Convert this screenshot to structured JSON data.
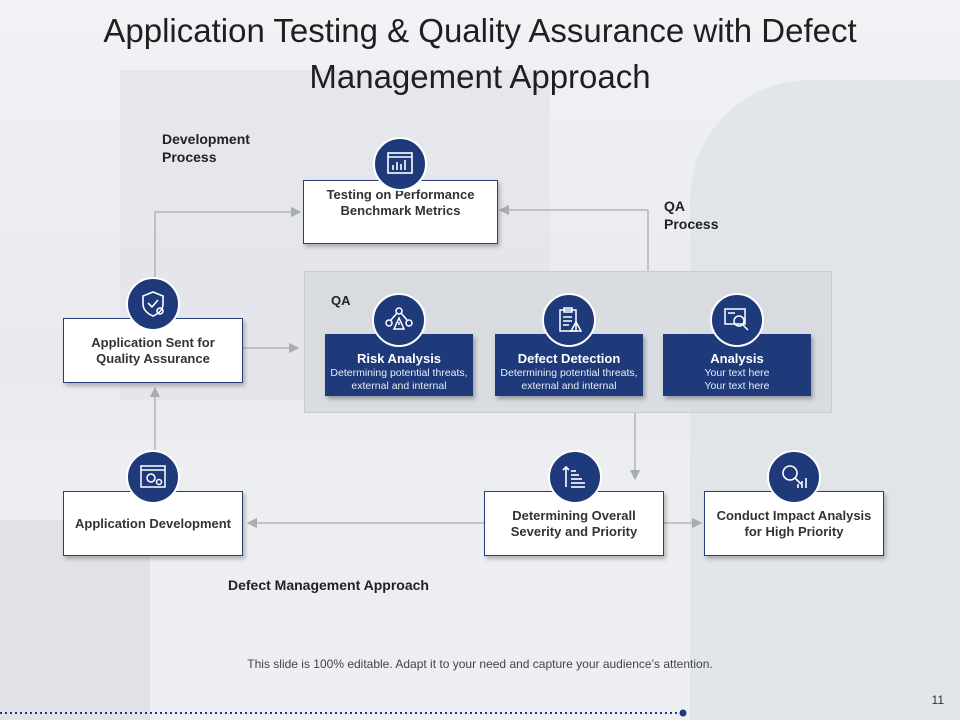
{
  "title": "Application Testing & Quality Assurance with Defect Management Approach",
  "labels": {
    "development_process": "Development Process",
    "qa_process": "QA Process",
    "qa": "QA",
    "defect_management": "Defect Management Approach"
  },
  "boxes": {
    "testing_performance": "Testing on Performance Benchmark Metrics",
    "application_sent": "Application Sent for Quality Assurance",
    "application_development": "Application Development",
    "determining_severity": "Determining Overall Severity and Priority",
    "conduct_impact": "Conduct Impact Analysis for High Priority"
  },
  "cards": [
    {
      "title": "Risk Analysis",
      "desc1": "Determining potential threats,",
      "desc2": "external and internal"
    },
    {
      "title": "Defect Detection",
      "desc1": "Determining potential threats,",
      "desc2": "external and internal"
    },
    {
      "title": "Analysis",
      "desc1": "Your text here",
      "desc2": "Your text here"
    }
  ],
  "footer": "This slide is 100% editable. Adapt it to your need and capture your audience’s attention.",
  "page_number": "11",
  "colors": {
    "accent": "#1e3a7b",
    "connector": "#a9acb2"
  },
  "icons": {
    "testing": "bar-chart-monitor-icon",
    "app_sent": "shield-gear-icon",
    "app_dev": "gear-window-icon",
    "severity": "sort-list-icon",
    "impact": "magnifier-chart-icon",
    "risk": "network-warning-icon",
    "defect": "clipboard-checklist-icon",
    "analysis": "monitor-search-icon"
  }
}
